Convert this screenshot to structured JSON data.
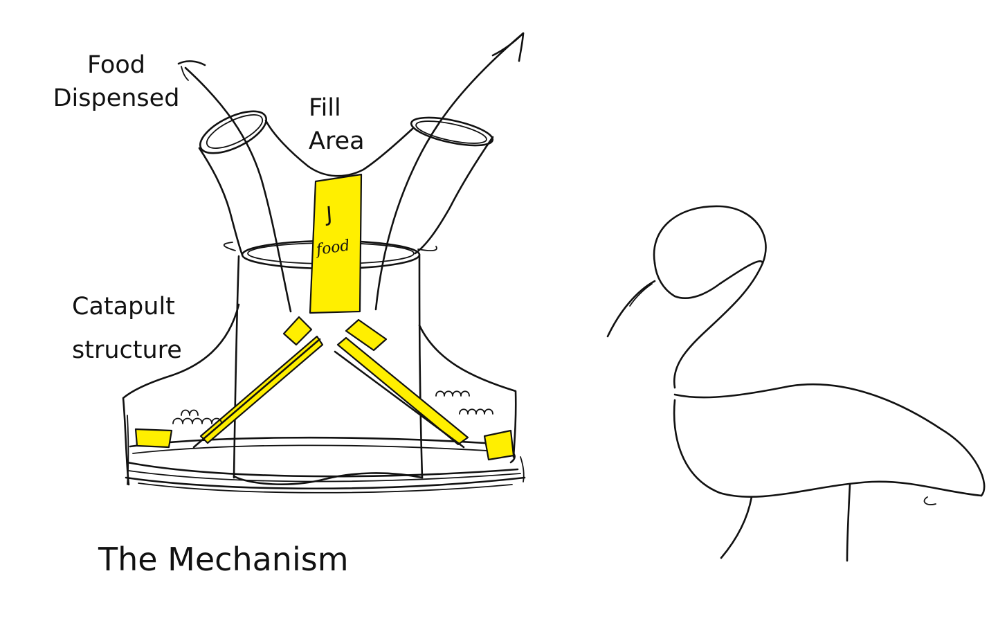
{
  "labels": {
    "food_dispensed_line1": "Food",
    "food_dispensed_line2": "Dispensed",
    "fill_area_line1": "Fill",
    "fill_area_line2": "Area",
    "catapult_line1": "Catapult",
    "catapult_line2": "structure",
    "title": "The Mechanism",
    "food_scribble": "food"
  },
  "colors": {
    "highlight": "#ffef00",
    "ink": "#111111",
    "background": "#ffffff"
  }
}
